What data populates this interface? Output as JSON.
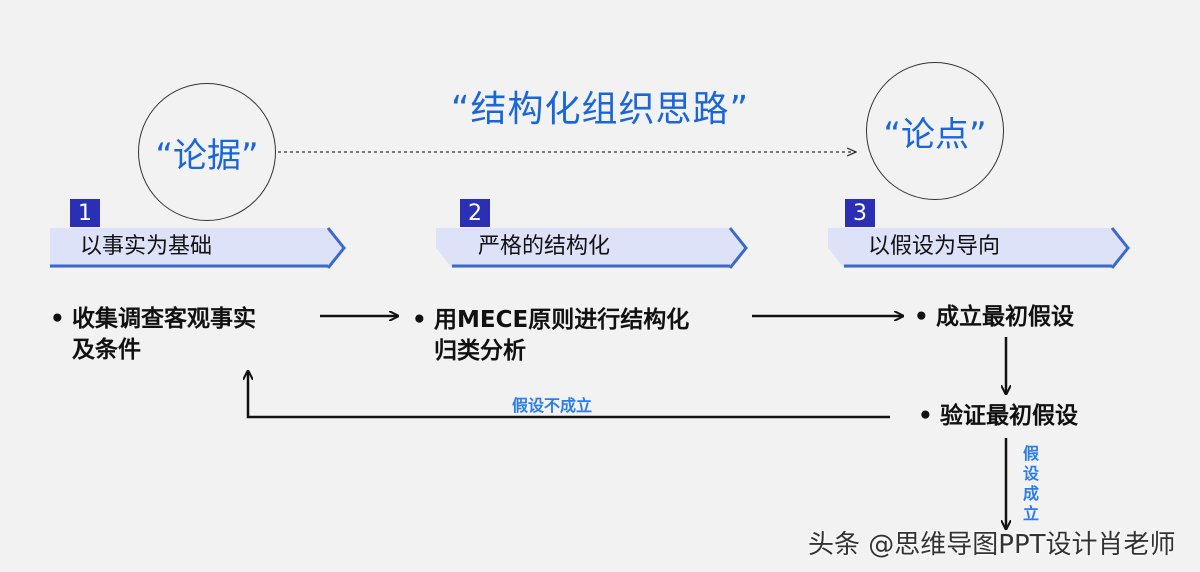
{
  "header": {
    "title": "“结构化组织思路”",
    "left_circle": "“论据”",
    "right_circle": "“论点”"
  },
  "steps": [
    {
      "number": "1",
      "banner": "以事实为基础",
      "item_line1": "收集调查客观事实",
      "item_line2": "及条件"
    },
    {
      "number": "2",
      "banner": "严格的结构化",
      "item_line1": "用MECE原则进行结构化",
      "item_line2": "归类分析"
    },
    {
      "number": "3",
      "banner": "以假设为导向",
      "item_line1": "成立最初假设",
      "item_line2": ""
    }
  ],
  "verify": {
    "text": "验证最初假设"
  },
  "loop_labels": {
    "not_established": "假设不成立",
    "established": "假设成立"
  },
  "bullet": "•",
  "watermark": "头条 @思维导图PPT设计肖老师",
  "colors": {
    "accent_blue": "#1a66d9",
    "number_box": "#2a2fb3",
    "banner_fill": "#dde2f8",
    "banner_edge": "#3a69c9",
    "background": "#f2f2f2"
  }
}
